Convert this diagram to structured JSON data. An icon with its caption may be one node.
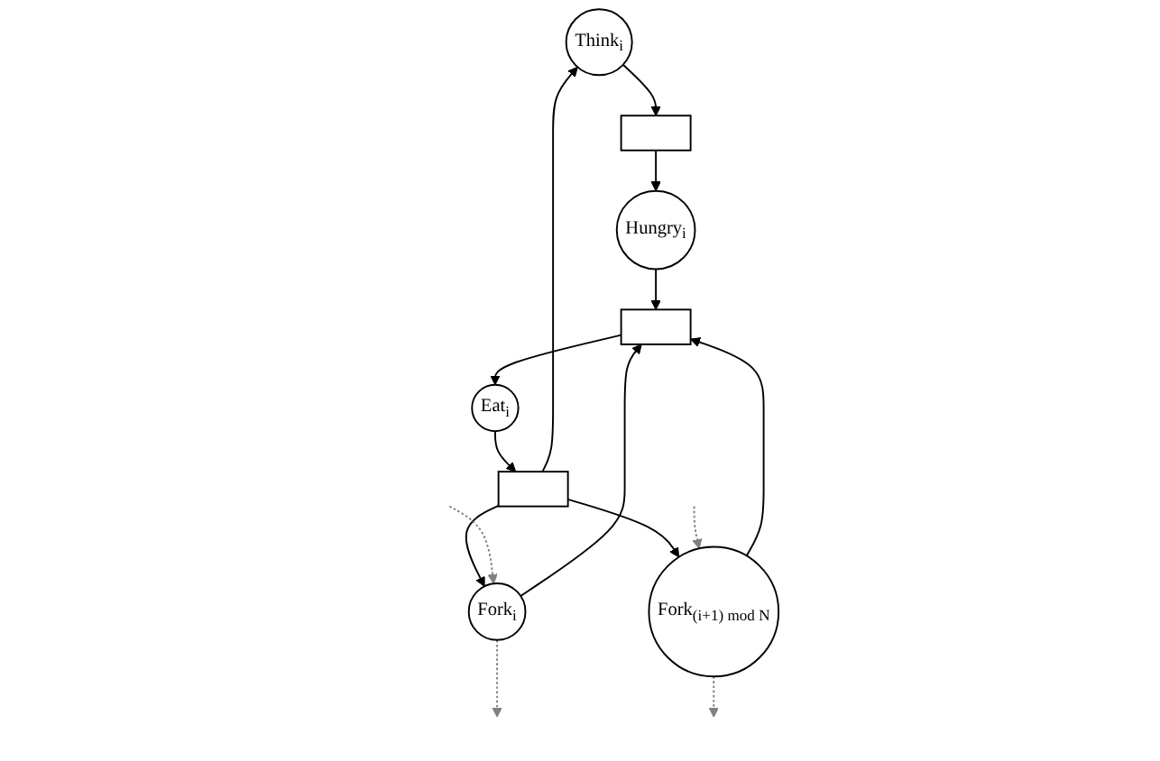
{
  "diagram": {
    "nodes": [
      {
        "text": [
          "Think$_{i}$"
        ]
      },
      {
        "text": [],
        "shape": "bar"
      },
      {
        "text": [
          "Fork$_{i}$"
        ]
      },
      {
        "text": [
          "Hungry$_{i}$"
        ]
      },
      {
        "text": [
          "Fork$_{(i+1) mod N}$"
        ]
      },
      {
        "text": [],
        "shape": "bar"
      },
      {
        "text": [
          "Eat$_{i}$"
        ]
      },
      {
        "text": [],
        "shape": "bar"
      }
    ],
    "edges": [
      {
        "from": 0,
        "to": 1,
        "arrow": "to"
      },
      {
        "from": 1,
        "to": 3,
        "arrow": "to"
      },
      {
        "from": 3,
        "to": 5,
        "arrow": "to"
      },
      {
        "from": 2,
        "to": 5,
        "arrow": "to"
      },
      {
        "from": 4,
        "to": 5,
        "arrow": "to"
      },
      {
        "from": 5,
        "to": 6,
        "arrow": "to"
      },
      {
        "from": 6,
        "to": 7,
        "arrow": "to"
      },
      {
        "from": 7,
        "to": 2,
        "arrow": "to"
      },
      {
        "from": 7,
        "to": 4,
        "arrow": "to"
      },
      {
        "from": 7,
        "to": 0,
        "arrow": "to"
      },
      {
        "from": 2,
        "to": null,
        "arrow": "to",
        "style": "dashed",
        "color": "#808080"
      },
      {
        "from": null,
        "to": 2,
        "arrow": "to",
        "style": "dashed",
        "color": "#808080"
      },
      {
        "from": 4,
        "to": null,
        "arrow": "to",
        "style": "dashed",
        "color": "#808080"
      },
      {
        "from": null,
        "to": 4,
        "arrow": "to",
        "style": "dashed",
        "color": "#808080"
      }
    ]
  }
}
